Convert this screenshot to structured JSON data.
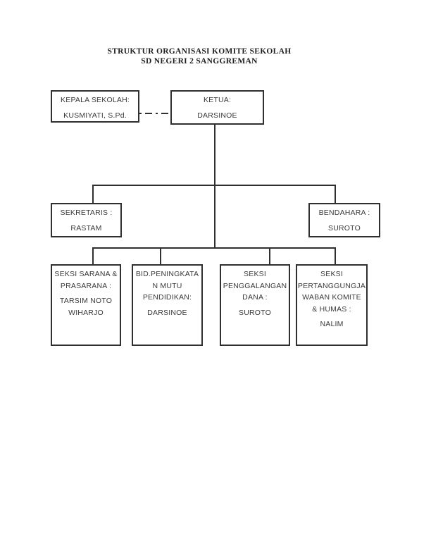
{
  "title": {
    "line1": "STRUKTUR ORGANISASI KOMITE SEKOLAH",
    "line2": "SD NEGERI 2 SANGGREMAN"
  },
  "nodes": {
    "kepala_sekolah": {
      "role_lines": [
        "KEPALA SEKOLAH:"
      ],
      "name_lines": [
        "KUSMIYATI, S.Pd."
      ]
    },
    "ketua": {
      "role_lines": [
        "KETUA:"
      ],
      "name_lines": [
        "DARSINOE"
      ]
    },
    "sekretaris": {
      "role_lines": [
        "SEKRETARIS :"
      ],
      "name_lines": [
        "RASTAM"
      ]
    },
    "bendahara": {
      "role_lines": [
        "BENDAHARA :"
      ],
      "name_lines": [
        "SUROTO"
      ]
    },
    "seksi_sarana_prasarana": {
      "role_lines": [
        "SEKSI SARANA &",
        "PRASARANA :"
      ],
      "name_lines": [
        "TARSIM NOTO",
        "WIHARJO"
      ]
    },
    "bid_peningkatan_mutu_pendidikan": {
      "role_lines": [
        "BID.PENINGKATA",
        "N MUTU",
        "PENDIDIKAN:"
      ],
      "name_lines": [
        "DARSINOE"
      ]
    },
    "seksi_penggalangan_dana": {
      "role_lines": [
        "SEKSI",
        "PENGGALANGAN",
        "DANA :"
      ],
      "name_lines": [
        "SUROTO"
      ]
    },
    "seksi_pertanggungjawaban_komite_humas": {
      "role_lines": [
        "SEKSI",
        "PERTANGGUNGJA",
        "WABAN KOMITE",
        "& HUMAS :"
      ],
      "name_lines": [
        "NALIM"
      ]
    }
  },
  "colors": {
    "text": "#3a3a3a",
    "title_text": "#1f1f1f",
    "box_border": "#2f2f2f",
    "connector": "#2f2f2f",
    "page_background": "#ffffff"
  }
}
